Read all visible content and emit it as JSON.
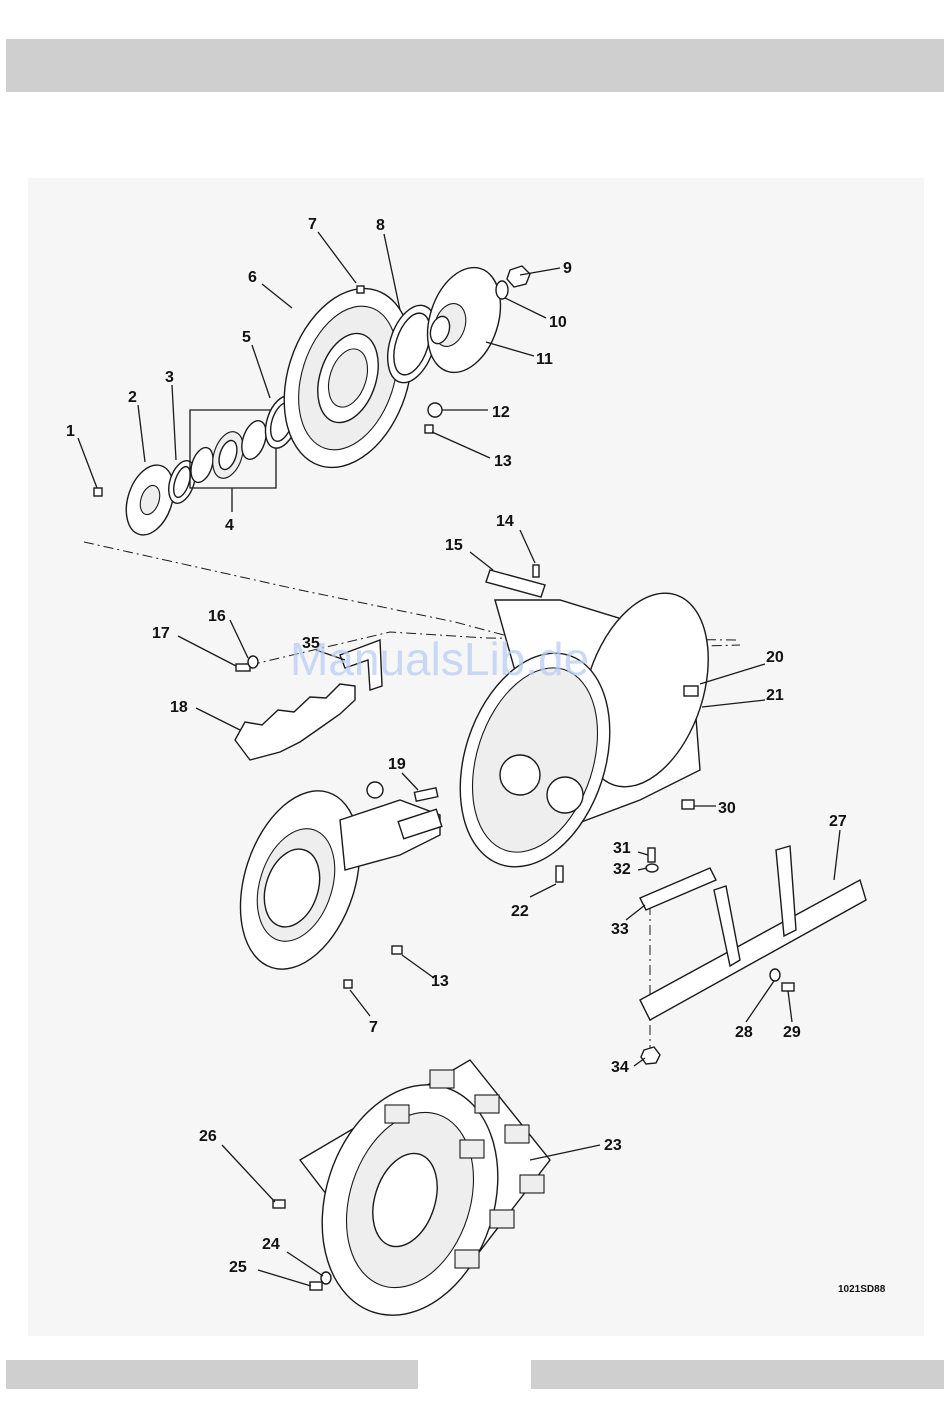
{
  "diagram": {
    "drawing_code": "1021SD88",
    "watermark": "ManualsLib.de",
    "callouts": [
      {
        "id": "1",
        "text": "1"
      },
      {
        "id": "2",
        "text": "2"
      },
      {
        "id": "3",
        "text": "3"
      },
      {
        "id": "4",
        "text": "4"
      },
      {
        "id": "5",
        "text": "5"
      },
      {
        "id": "6",
        "text": "6"
      },
      {
        "id": "7a",
        "text": "7"
      },
      {
        "id": "8",
        "text": "8"
      },
      {
        "id": "9",
        "text": "9"
      },
      {
        "id": "10",
        "text": "10"
      },
      {
        "id": "11",
        "text": "11"
      },
      {
        "id": "12",
        "text": "12"
      },
      {
        "id": "13a",
        "text": "13"
      },
      {
        "id": "14",
        "text": "14"
      },
      {
        "id": "15",
        "text": "15"
      },
      {
        "id": "16",
        "text": "16"
      },
      {
        "id": "17",
        "text": "17"
      },
      {
        "id": "18",
        "text": "18"
      },
      {
        "id": "19",
        "text": "19"
      },
      {
        "id": "20",
        "text": "20"
      },
      {
        "id": "21",
        "text": "21"
      },
      {
        "id": "22",
        "text": "22"
      },
      {
        "id": "23",
        "text": "23"
      },
      {
        "id": "24",
        "text": "24"
      },
      {
        "id": "25",
        "text": "25"
      },
      {
        "id": "26",
        "text": "26"
      },
      {
        "id": "27",
        "text": "27"
      },
      {
        "id": "28",
        "text": "28"
      },
      {
        "id": "29",
        "text": "29"
      },
      {
        "id": "30",
        "text": "30"
      },
      {
        "id": "31",
        "text": "31"
      },
      {
        "id": "32",
        "text": "32"
      },
      {
        "id": "33",
        "text": "33"
      },
      {
        "id": "34",
        "text": "34"
      },
      {
        "id": "35",
        "text": "35"
      },
      {
        "id": "13b",
        "text": "13"
      },
      {
        "id": "7b",
        "text": "7"
      }
    ]
  }
}
